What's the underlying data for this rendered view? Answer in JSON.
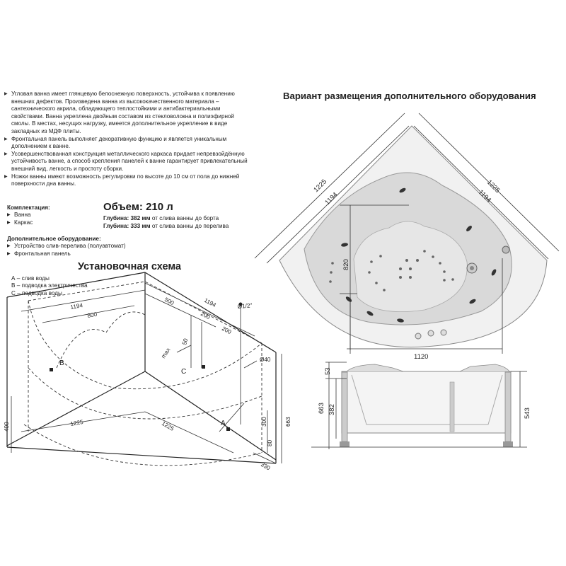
{
  "description": [
    "Угловая ванна имеет глянцевую белоснежную поверхность, устойчива к появлению внешних дефектов. Произведена ванна из высококачественного материала – сантехнического акрила, обладающего теплостойкими и антибактериальными свойствами. Ванна укреплена двойным составом из стекловолокна и полиэфирной смолы. В местах, несущих нагрузку, имеется дополнительное укрепление в виде закладных из МДФ плиты.",
    "Фронтальная панель выполняет декоративную функцию и является уникальным дополнением к ванне.",
    "Усовершенствованная конструкция металлического каркаса придает непревзойдённую устойчивость ванне, а способ крепления панелей к ванне гарантирует привлекательный внешний вид, легкость и простоту сборки.",
    "Ножки ванны имеют возможность регулировки по высоте до 10 см от пола до нижней поверхности дна ванны."
  ],
  "kit": {
    "title": "Комплектация:",
    "items": [
      "Ванна",
      "Каркас"
    ]
  },
  "volume": "Объем: 210 л",
  "depth": [
    {
      "label": "Глубина:",
      "value": "382 мм",
      "rest": "от слива ванны до борта"
    },
    {
      "label": "Глубина:",
      "value": "333 мм",
      "rest": "от слива ванны до перелива"
    }
  ],
  "extra": {
    "title": "Дополнительное оборудование:",
    "items": [
      "Устройство слив-перелива (полуавтомат)",
      "Фронтальная панель"
    ]
  },
  "install": {
    "title": "Установочная схема",
    "legend": [
      "А – слив воды",
      "В – подводка электричества",
      "С – подводка воды"
    ],
    "labels": {
      "d1194a": "1194",
      "d800": "800",
      "d500": "500",
      "d1194b": "1194",
      "d200a": "200",
      "d200b": "200",
      "pipe": "Ø1/2\"",
      "d50": "50",
      "max": "max",
      "C": "C",
      "B": "B",
      "A": "A",
      "d40": "Ø40",
      "d1225a": "1225",
      "d1225b": "1225",
      "d400": "400",
      "d300": "300",
      "d663": "663",
      "d80": "80",
      "d330": "330"
    }
  },
  "placement": {
    "title": "Вариант размещения дополнительного оборудования",
    "labels": {
      "l1225": "1225",
      "l1194": "1194",
      "r1225": "1225",
      "r1194": "1194",
      "d820": "820",
      "d1120": "1120"
    }
  },
  "side": {
    "labels": {
      "d53": "53",
      "d663": "663",
      "d382": "382",
      "d543": "543"
    }
  }
}
